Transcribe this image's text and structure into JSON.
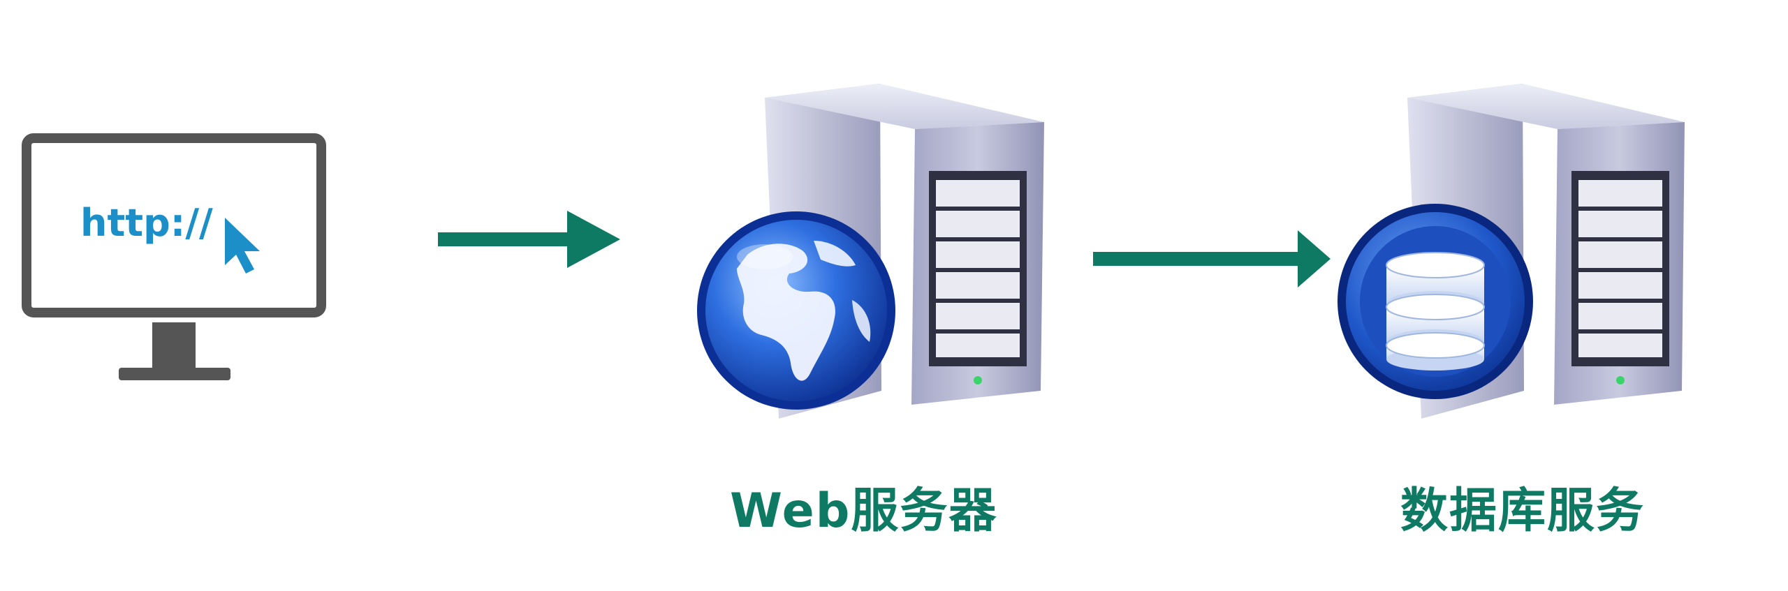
{
  "browser": {
    "url_text": "http://",
    "icon": "cursor-arrow-icon"
  },
  "web_server": {
    "label": "Web服务器",
    "badge_icon": "globe-icon",
    "icon": "server-tower-icon"
  },
  "db_server": {
    "label": "数据库服务",
    "badge_icon": "database-icon",
    "icon": "server-tower-icon"
  },
  "colors": {
    "arrow": "#0e7a63",
    "label": "#0e7a63",
    "url_text": "#1d8fc8",
    "monitor": "#555555",
    "server_body": "#b7b9d4",
    "globe": "#1f58c4",
    "database_disk": "#e7eef9"
  }
}
